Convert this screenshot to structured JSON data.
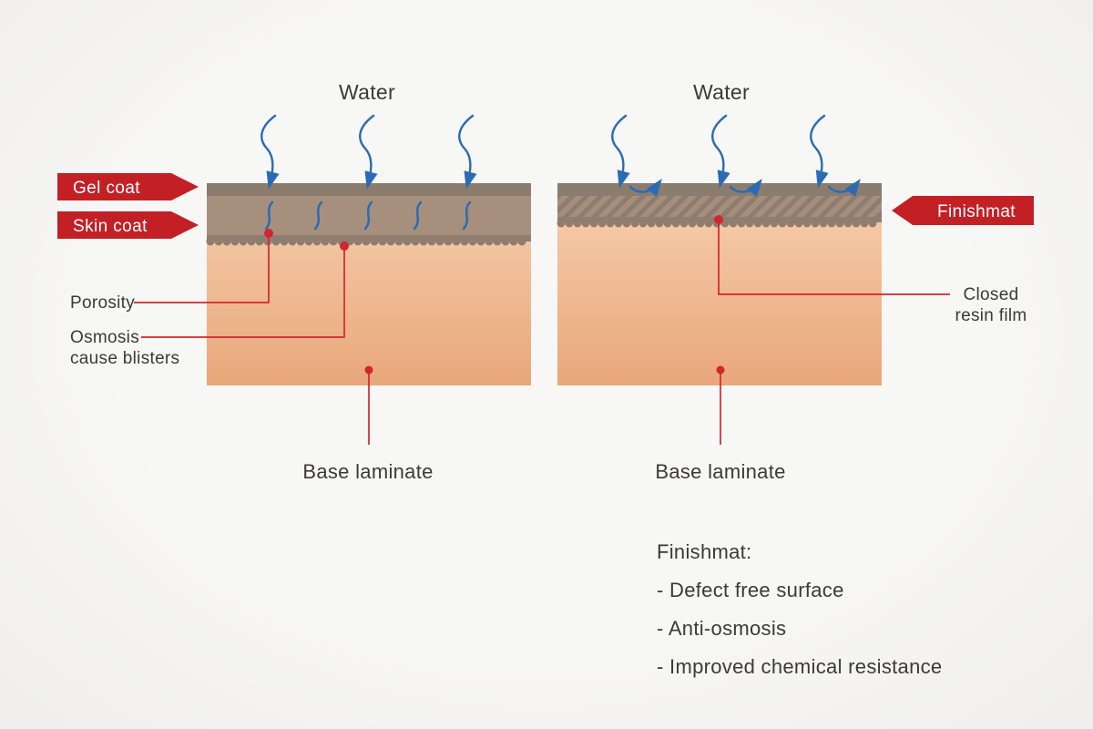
{
  "colors": {
    "background": "#f5f5f4",
    "banner_red": "#c32026",
    "leader_red": "#d2262c",
    "water_blue": "#2a6cb4",
    "gel_coat": "#8c7c6e",
    "skin_coat": "#a78f7e",
    "scallop_edge": "#8f7d70",
    "hatch_base": "#a58e7d",
    "hatch_stripe": "#8e7d6f",
    "laminate_top": "#f4c7a4",
    "laminate_bottom": "#e8a77a",
    "text": "#3b3a39",
    "banner_text": "#ffffff"
  },
  "left_diagram": {
    "water_label": "Water",
    "gel_coat_label": "Gel coat",
    "skin_coat_label": "Skin coat",
    "porosity_label": "Porosity",
    "osmosis_label_line1": "Osmosis",
    "osmosis_label_line2": "cause blisters",
    "base_laminate_label": "Base laminate"
  },
  "right_diagram": {
    "water_label": "Water",
    "finishmat_label": "Finishmat",
    "closed_resin_label_line1": "Closed",
    "closed_resin_label_line2": "resin film",
    "base_laminate_label": "Base laminate"
  },
  "benefits": {
    "title": "Finishmat:",
    "items": [
      "- Defect free surface",
      "- Anti-osmosis",
      "- Improved chemical resistance"
    ]
  }
}
